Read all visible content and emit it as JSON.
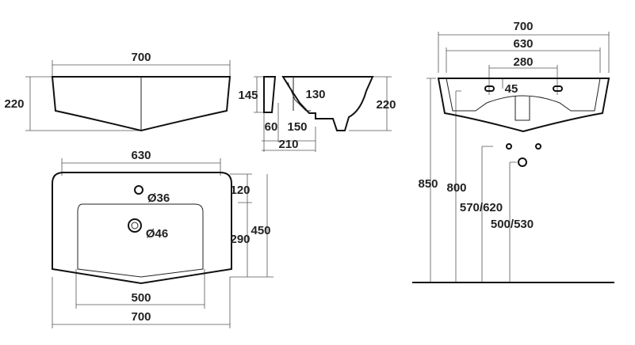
{
  "title": "Washbasin technical drawing",
  "front_top_view": {
    "width": "700",
    "height": "220"
  },
  "plan_view": {
    "width_inner": "630",
    "tap_hole": "Ø36",
    "drain_hole": "Ø46",
    "dim_120": "120",
    "dim_290": "290",
    "depth": "450",
    "basin_width": "500",
    "width": "700"
  },
  "side_view": {
    "dim_145": "145",
    "dim_130": "130",
    "height": "220",
    "dim_60": "60",
    "dim_150": "150",
    "dim_210": "210"
  },
  "installation_view": {
    "width": "700",
    "width_inner": "630",
    "tap_spacing": "280",
    "dim_45": "45",
    "height_850": "850",
    "height_800": "800",
    "height_570_620": "570/620",
    "height_500_530": "500/530"
  }
}
